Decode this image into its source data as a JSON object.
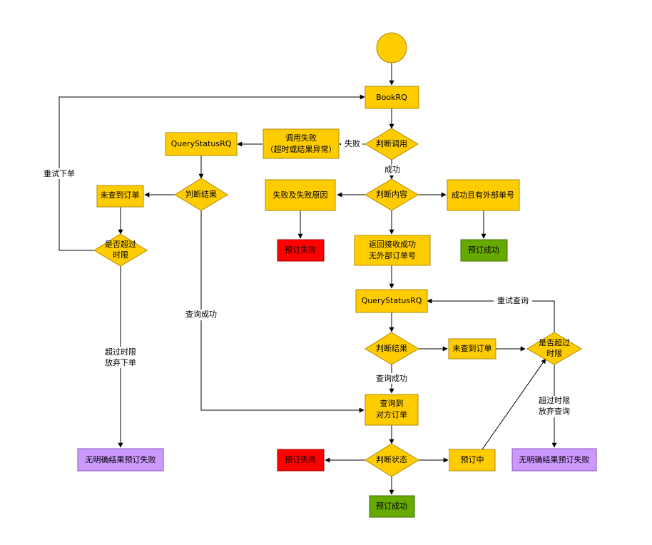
{
  "colors": {
    "process": "#FFCC00",
    "fail": "#FF0000",
    "success": "#66AA00",
    "unknown": "#CC99FF",
    "stroke": "#B08800"
  },
  "nodes": {
    "start": "",
    "book_rq": "BookRQ",
    "judge_call": "判断调用",
    "call_fail": [
      "调用失败",
      "（超时或结果异常）"
    ],
    "query_status_left": "QueryStatusRQ",
    "judge_result_left": "判断结果",
    "not_found_left": "未查到订单",
    "timeout_check_left": [
      "是否超过",
      "时限"
    ],
    "no_result_fail_left": "无明确结果预订失败",
    "judge_content": "判断内容",
    "fail_reason": "失败及失败原因",
    "book_fail_top": "预订失败",
    "success_external": "成功且有外部单号",
    "book_success_top": "预订成功",
    "return_received": [
      "返回接收成功",
      "无外部订单号"
    ],
    "query_status_right": "QueryStatusRQ",
    "judge_result_right": "判断结果",
    "not_found_right": "未查到订单",
    "timeout_check_right": [
      "是否超过",
      "时限"
    ],
    "no_result_fail_right": "无明确结果预订失败",
    "found_order": [
      "查询到",
      "对方订单"
    ],
    "judge_status": "判断状态",
    "book_fail_bottom": "预订失败",
    "booking": "预订中",
    "book_success_bottom": "预订成功"
  },
  "edge_labels": {
    "fail": "失败",
    "success": "成功",
    "retry_order": "重试下单",
    "query_success_left": "查询成功",
    "timeout_abandon": [
      "超过时限",
      "放弃下单"
    ],
    "retry_query": "重试查询",
    "query_success_right": "查询成功",
    "timeout_abandon_query": [
      "超过时限",
      "放弃查询"
    ]
  }
}
